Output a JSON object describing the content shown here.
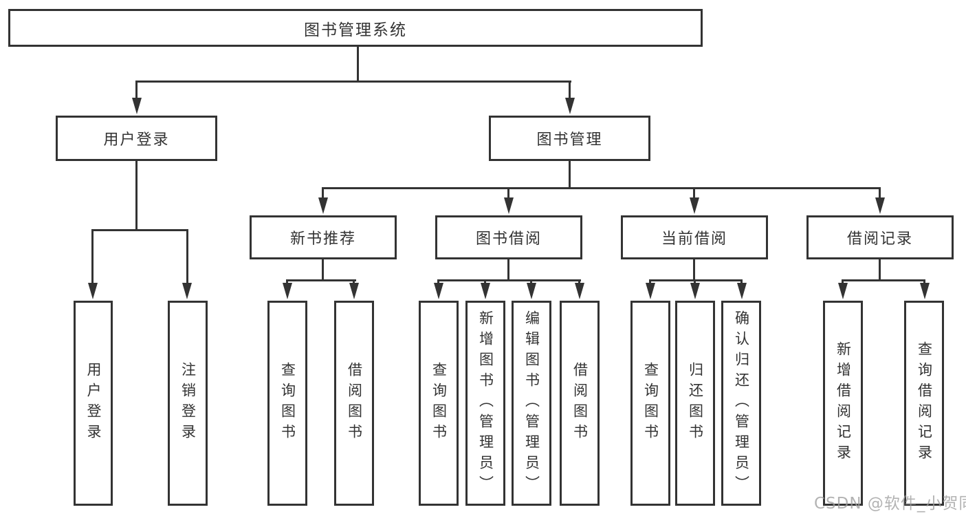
{
  "diagram": {
    "title": "图书管理系统",
    "root": "图书管理系统",
    "level2": [
      "用户登录",
      "图书管理"
    ],
    "level3": [
      "新书推荐",
      "图书借阅",
      "当前借阅",
      "借阅记录"
    ],
    "leaves": {
      "user_login": [
        "用户登录",
        "注销登录"
      ],
      "new_book": [
        "查询图书",
        "借阅图书"
      ],
      "book_borrow": [
        "查询图书",
        "新增图书（管理员）",
        "编辑图书（管理员）",
        "借阅图书"
      ],
      "current_borrow": [
        "查询图书",
        "归还图书",
        "确认归还（管理员）"
      ],
      "borrow_records": [
        "新增借阅记录",
        "查询借阅记录"
      ]
    }
  },
  "watermark": {
    "text": "CSDN @软件_小贺同学"
  },
  "colors": {
    "line": "#333333",
    "text": "#333333",
    "box_background": "#ffffff",
    "watermark": "#9e9e9e",
    "background": "#ffffff"
  }
}
